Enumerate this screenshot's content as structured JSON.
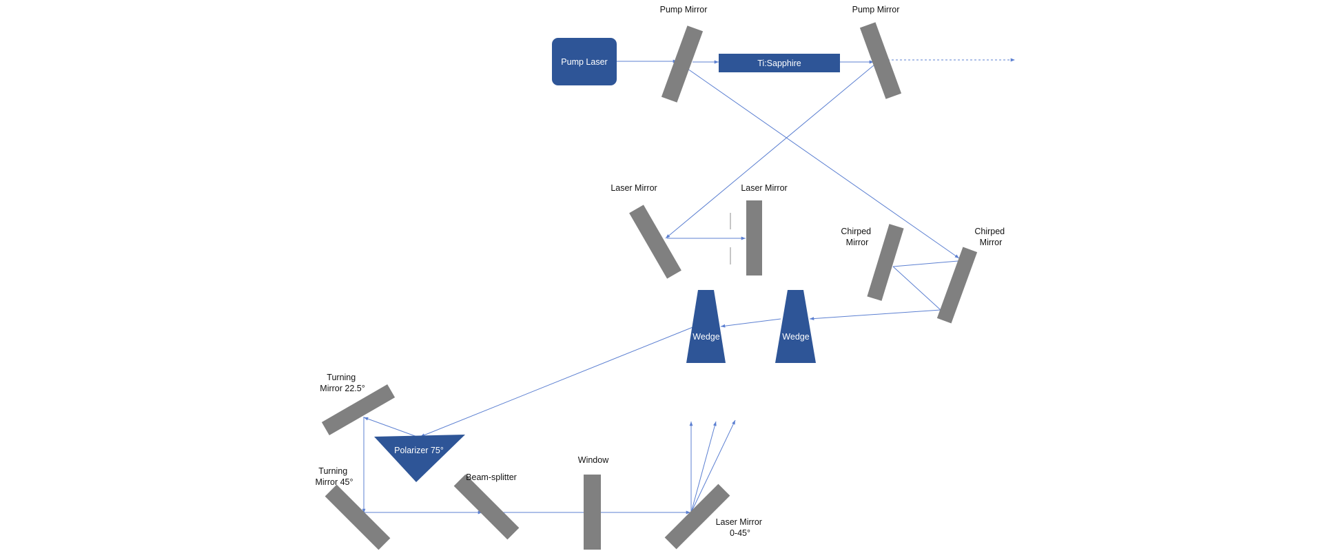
{
  "colors": {
    "mirror": "#808080",
    "component_blue": "#2e5597",
    "beam": "#5b7fd1",
    "text_dark": "#111111",
    "text_light": "#ffffff"
  },
  "components": {
    "pump_laser": "Pump Laser",
    "ti_sapphire": "Ti:Sapphire",
    "wedge_left": "Wedge",
    "wedge_right": "Wedge",
    "polarizer": "Polarizer 75°"
  },
  "labels": {
    "pump_mirror_left": "Pump Mirror",
    "pump_mirror_right": "Pump Mirror",
    "laser_mirror_left": "Laser Mirror",
    "laser_mirror_right": "Laser Mirror",
    "chirped_mirror_left": [
      "Chirped",
      "Mirror"
    ],
    "chirped_mirror_right": [
      "Chirped",
      "Mirror"
    ],
    "turning_mirror_22": [
      "Turning",
      "Mirror 22.5°"
    ],
    "turning_mirror_45": [
      "Turning",
      "Mirror 45°"
    ],
    "beam_splitter": "Beam-splitter",
    "window": "Window",
    "laser_mirror_variable": [
      "Laser Mirror",
      "0-45°"
    ]
  }
}
